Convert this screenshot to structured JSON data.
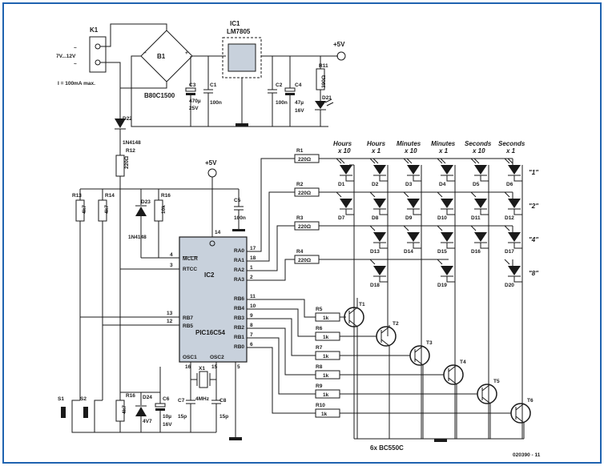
{
  "colors": {
    "frame": "#1f63b0",
    "wire": "#1a1a1a",
    "ic_fill": "#c8d1dc",
    "resistor_fill": "#ffffff",
    "reg_fill": "#c8d1dc"
  },
  "power": {
    "k1": "K1",
    "input_voltage": "7V...12V",
    "input_current": "I = 100mA max.",
    "bridge": "B1",
    "bridge_part": "B80C1500",
    "ic1": "IC1",
    "ic1_part": "LM7805",
    "c3": "C3",
    "c3_val": "470µ",
    "c3_v": "25V",
    "c1": "C1",
    "c1_val": "100n",
    "c2": "C2",
    "c2_val": "100n",
    "c4": "C4",
    "c4_val": "47µ",
    "c4_v": "16V",
    "r11": "R11",
    "r11_val": "390Ω",
    "d21": "D21",
    "plus5v": "+5V"
  },
  "left": {
    "d22": "D22",
    "d22_part": "1N4148",
    "r12": "R12",
    "r12_val": "220Ω",
    "plus5v": "+5V",
    "r13": "R13",
    "r13_val": "4k7",
    "r14": "R14",
    "r14_val": "4k7",
    "d23": "D23",
    "d23_part": "1N4148",
    "r16": "R16",
    "r16_val": "10k",
    "c5": "C5",
    "c5_val": "100n",
    "s1": "S1",
    "s2": "S2",
    "r15": "R16",
    "r15_val": "4k7",
    "d24": "D24",
    "d24_val": "4V7",
    "c6": "C6",
    "c6_val": "10µ",
    "c6_v": "16V",
    "c7": "C7",
    "c7_val": "15p",
    "c8": "C8",
    "c8_val": "15p",
    "x1": "X1",
    "x1_val": "4MHz"
  },
  "ic2": {
    "name": "IC2",
    "part": "PIC16C54",
    "mclr": "MCLR",
    "rtcc": "RTCC",
    "ra0": "RA0",
    "ra1": "RA1",
    "ra2": "RA2",
    "ra3": "RA3",
    "rb6": "RB6",
    "rb4": "RB4",
    "rb3": "RB3",
    "rb2": "RB2",
    "rb1": "RB1",
    "rb0": "RB0",
    "rb7": "RB7",
    "rb5": "RB5",
    "osc1": "OSC1",
    "osc2": "OSC2",
    "pin14": "14",
    "pin4": "4",
    "pin3": "3",
    "pin13": "13",
    "pin12": "12",
    "pin16": "16",
    "pin15": "15",
    "pin5": "5",
    "pin17": "17",
    "pin18": "18",
    "pin1": "1",
    "pin2": "2",
    "pin11": "11",
    "pin10": "10",
    "pin9": "9",
    "pin8": "8",
    "pin7": "7",
    "pin6": "6"
  },
  "rows": {
    "r1": "R1",
    "r2": "R2",
    "r3": "R3",
    "r4": "R4",
    "rval": "220Ω",
    "w1": "\"1\"",
    "w2": "\"2\"",
    "w4": "\"4\"",
    "w8": "\"8\""
  },
  "columns": {
    "h10a": "Hours",
    "h10b": "x 10",
    "h1a": "Hours",
    "h1b": "x 1",
    "m10a": "Minutes",
    "m10b": "x 10",
    "m1a": "Minutes",
    "m1b": "x 1",
    "s10a": "Seconds",
    "s10b": "x 10",
    "s1a": "Seconds",
    "s1b": "x 1"
  },
  "leds": {
    "d1": "D1",
    "d2": "D2",
    "d3": "D3",
    "d4": "D4",
    "d5": "D5",
    "d6": "D6",
    "d7": "D7",
    "d8": "D8",
    "d9": "D9",
    "d10": "D10",
    "d11": "D11",
    "d12": "D12",
    "d13": "D13",
    "d14": "D14",
    "d15": "D15",
    "d16": "D16",
    "d17": "D17",
    "d18": "D18",
    "d19": "D19",
    "d20": "D20"
  },
  "transistors": {
    "t1": "T1",
    "t2": "T2",
    "t3": "T3",
    "t4": "T4",
    "t5": "T5",
    "t6": "T6",
    "r5": "R5",
    "r6": "R6",
    "r7": "R7",
    "r8": "R8",
    "r9": "R9",
    "r10": "R10",
    "rval": "1k",
    "part": "6x BC550C",
    "code": "020390 - 11"
  }
}
